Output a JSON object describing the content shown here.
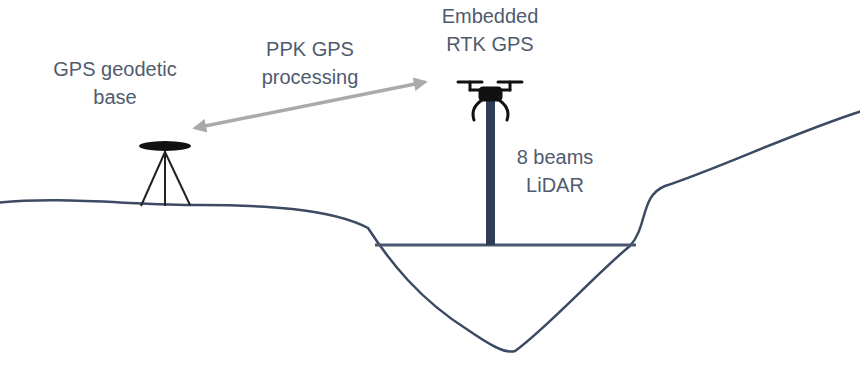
{
  "diagram": {
    "nodes": [
      {
        "text": [
          "GPS geodetic base"
        ]
      },
      {
        "text": [
          "Embedded RTK GPS"
        ]
      }
    ],
    "edges": [
      {
        "from": 0,
        "to": 1,
        "arrow": "both",
        "label": "PPK GPS processing"
      }
    ],
    "labels": [
      "8 beams LiDAR"
    ]
  }
}
